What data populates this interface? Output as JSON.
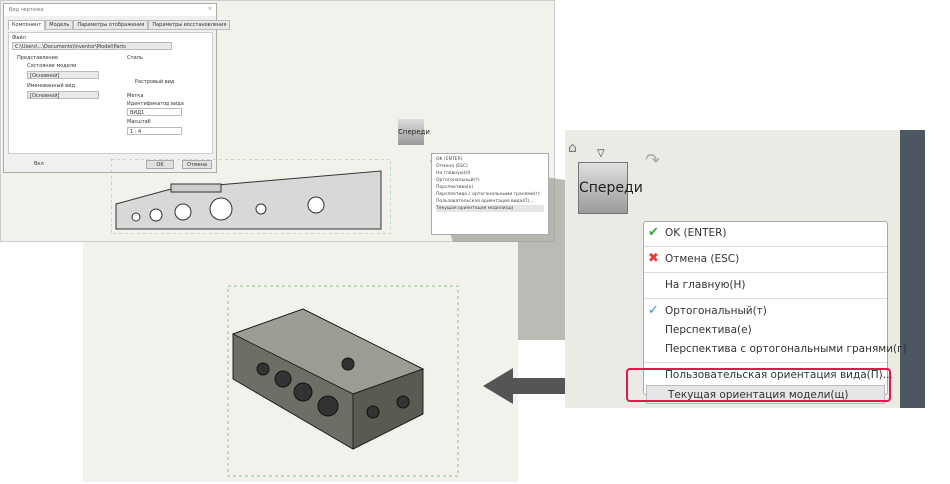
{
  "dialog": {
    "title": "Вид чертежа",
    "tabs": [
      "Компонент",
      "Модель",
      "Параметры отображения",
      "Параметры восстановления"
    ],
    "file_label": "Файл",
    "file_path": "C:\\Users\\...\\Documents\\Inventor\\Model\\Parts",
    "representation_label": "Представление",
    "model_state_label": "Состояние модели",
    "model_state_value": "[Основной]",
    "named_view_label": "Именованный вид",
    "named_view_value": "[Основной]",
    "style_label": "Стиль",
    "raster_label": "Растровый вид",
    "label_group": "Метка",
    "view_id_label": "Идентификатор вида",
    "view_id_value": "ВИД1",
    "scale_label": "Масштаб",
    "scale_value": "1 : 4",
    "checkbox_label": "Вкл",
    "ok": "OK",
    "cancel": "Отмена"
  },
  "viewcube": {
    "face_label": "Спереди"
  },
  "context_menu": {
    "items": [
      {
        "label": "OK (ENTER)",
        "icon": "check-green"
      },
      {
        "label": "Отмена (ESC)",
        "icon": "cross-red"
      },
      {
        "label": "На главную(Н)"
      },
      {
        "label": "Ортогональный(т)",
        "icon": "check-blue"
      },
      {
        "label": "Перспектива(е)"
      },
      {
        "label": "Перспектива с ортогональными гранями(г)"
      },
      {
        "label": "Пользовательская ориентация вида(П)..."
      },
      {
        "label": "Текущая ориентация модели(щ)"
      }
    ]
  },
  "colors": {
    "highlight": "#e5174a",
    "ok": "#3aa53a",
    "cancel": "#e53935",
    "check": "#2a8ee0"
  }
}
